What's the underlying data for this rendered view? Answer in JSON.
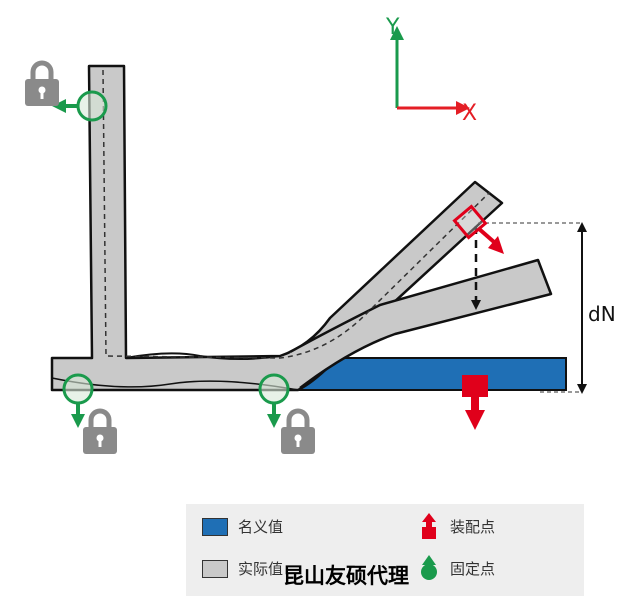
{
  "axes": {
    "x_label": "X",
    "y_label": "Y",
    "color": "#e41e25",
    "y_color": "#1a9a4c"
  },
  "dimension": {
    "label": "dN"
  },
  "legend": {
    "nominal_label": "名义值",
    "actual_label": "实际值",
    "assembly_point_label": "装配点",
    "fixed_point_label": "固定点"
  },
  "watermark": "昆山友硕代理",
  "colors": {
    "nominal": "#1f6fb5",
    "actual": "#c9c9c9",
    "fixed": "#1a9a4c",
    "assembly": "#e0001b",
    "lock": "#8a8a8a"
  },
  "icons": {
    "lock": "padlock-icon",
    "fixed_point": "fixed-point-circle-icon",
    "assembly_point": "assembly-point-arrow-icon"
  }
}
